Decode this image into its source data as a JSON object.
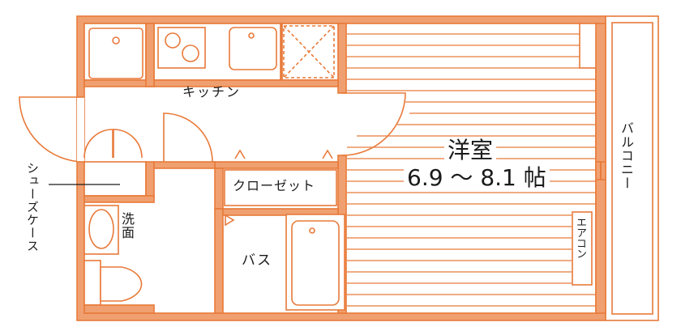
{
  "colors": {
    "wall": "#F0A070",
    "line": "#E87A3A",
    "background": "#FFFFFF",
    "text": "#1A1A1A"
  },
  "rooms": {
    "kitchen": "キッチン",
    "closet": "クローゼット",
    "washroom": "洗面",
    "bath": "バス",
    "western_room_name": "洋室",
    "western_room_size": "6.9 〜 8.1 帖",
    "shoe_case": "シューズケース",
    "balcony": "バルコニー",
    "aircon": "エアコン"
  }
}
